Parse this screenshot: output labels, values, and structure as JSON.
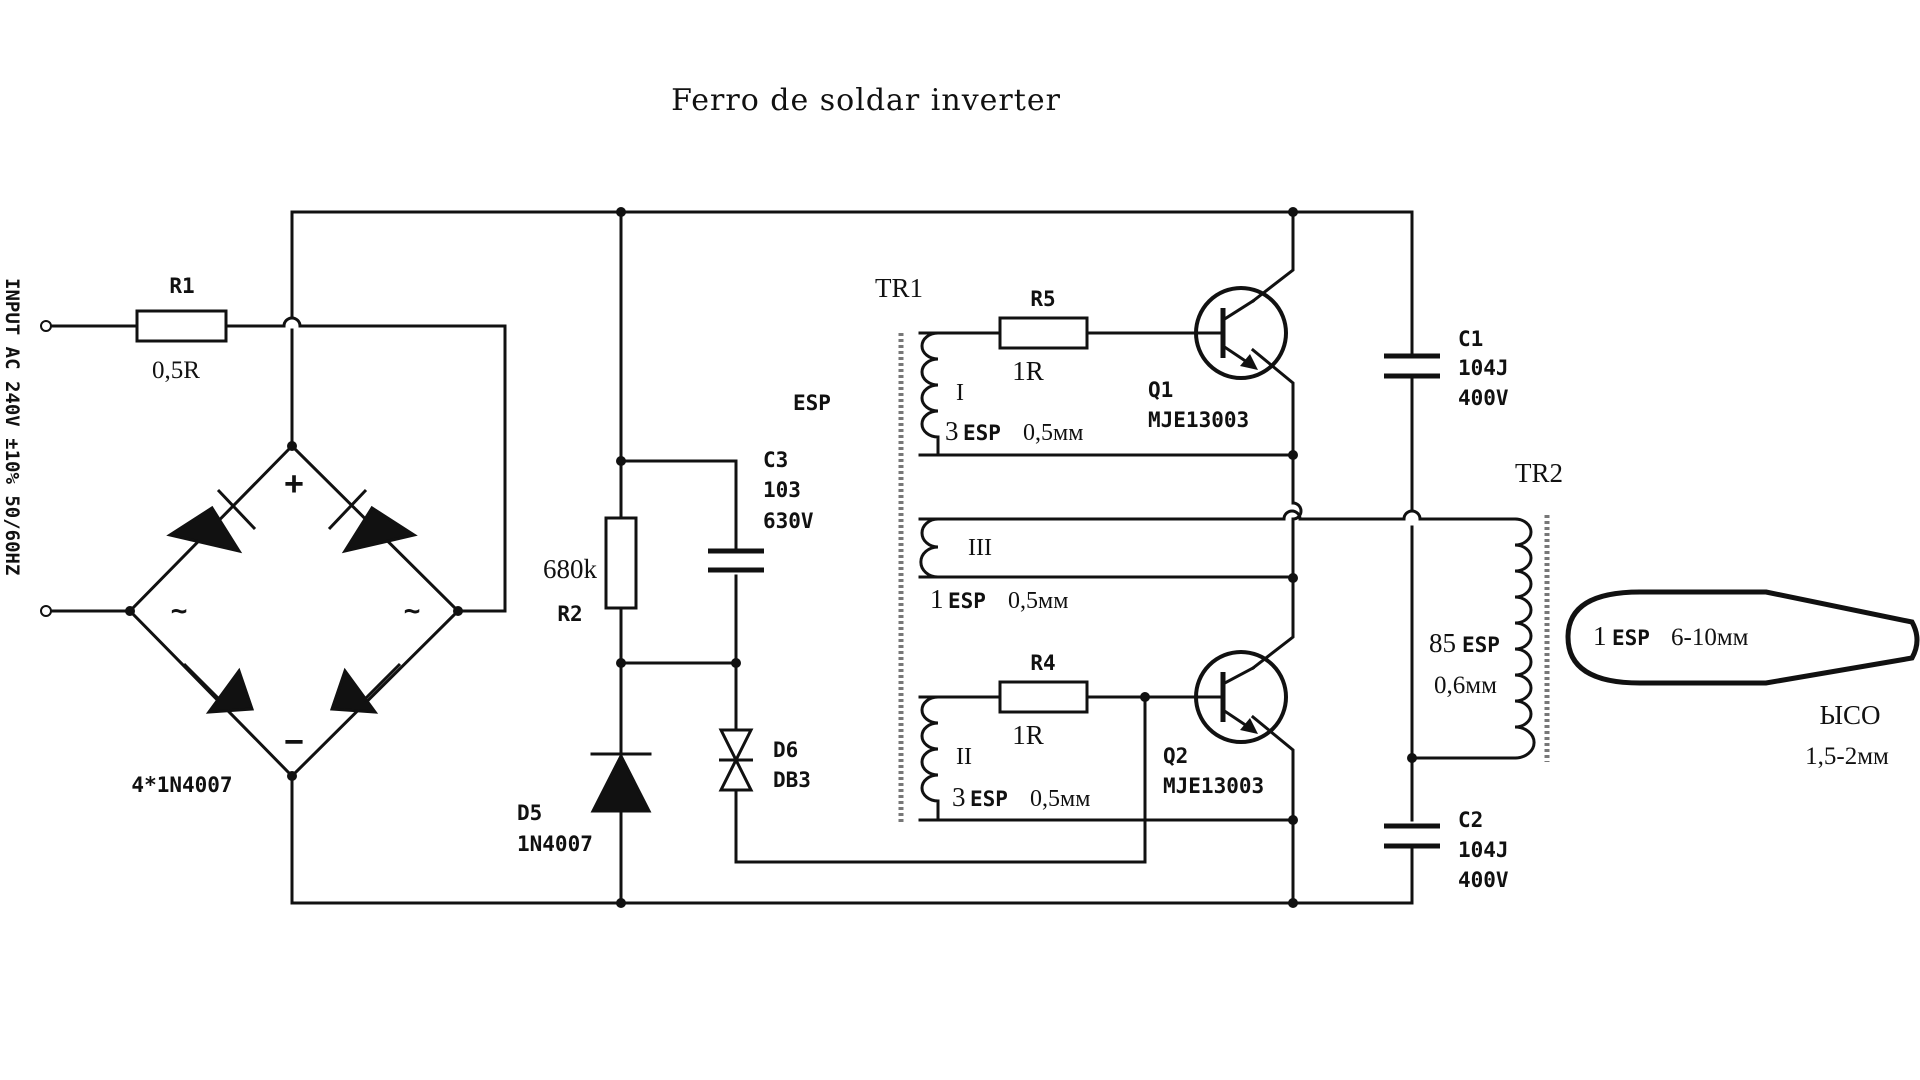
{
  "title": "Ferro de soldar inverter",
  "input_label": "INPUT AC 240V ±10% 50/60HZ",
  "bridge": {
    "label": "4*1N4007",
    "plus": "+",
    "minus": "−",
    "ac_left": "~",
    "ac_right": "~"
  },
  "r1": {
    "name": "R1",
    "value": "0,5R"
  },
  "r2": {
    "name": "R2",
    "value": "680k"
  },
  "c3": {
    "name": "C3",
    "value": "103",
    "voltage": "630V"
  },
  "d5": {
    "name": "D5",
    "part": "1N4007"
  },
  "d6": {
    "name": "D6",
    "part": "DB3"
  },
  "esp_label": "ESP",
  "tr1": {
    "name": "TR1",
    "winding_1": {
      "roman": "I",
      "turns": "3",
      "unit": "ESP",
      "wire": "0,5мм"
    },
    "winding_2": {
      "roman": "II",
      "turns": "3",
      "unit": "ESP",
      "wire": "0,5мм"
    },
    "winding_3": {
      "roman": "III",
      "turns": "1",
      "unit": "ESP",
      "wire": "0,5мм"
    }
  },
  "r5": {
    "name": "R5",
    "value": "1R"
  },
  "r4": {
    "name": "R4",
    "value": "1R"
  },
  "q1": {
    "name": "Q1",
    "part": "MJE13003"
  },
  "q2": {
    "name": "Q2",
    "part": "MJE13003"
  },
  "c1": {
    "name": "C1",
    "value": "104J",
    "voltage": "400V"
  },
  "c2": {
    "name": "C2",
    "value": "104J",
    "voltage": "400V"
  },
  "tr2": {
    "name": "TR2",
    "primary_turns": "85",
    "primary_unit": "ESP",
    "primary_wire": "0,6мм",
    "secondary_turns": "1",
    "secondary_unit": "ESP",
    "secondary_wire": "6-10мм"
  },
  "tip": {
    "label": "ЫСО",
    "size": "1,5-2мм"
  }
}
